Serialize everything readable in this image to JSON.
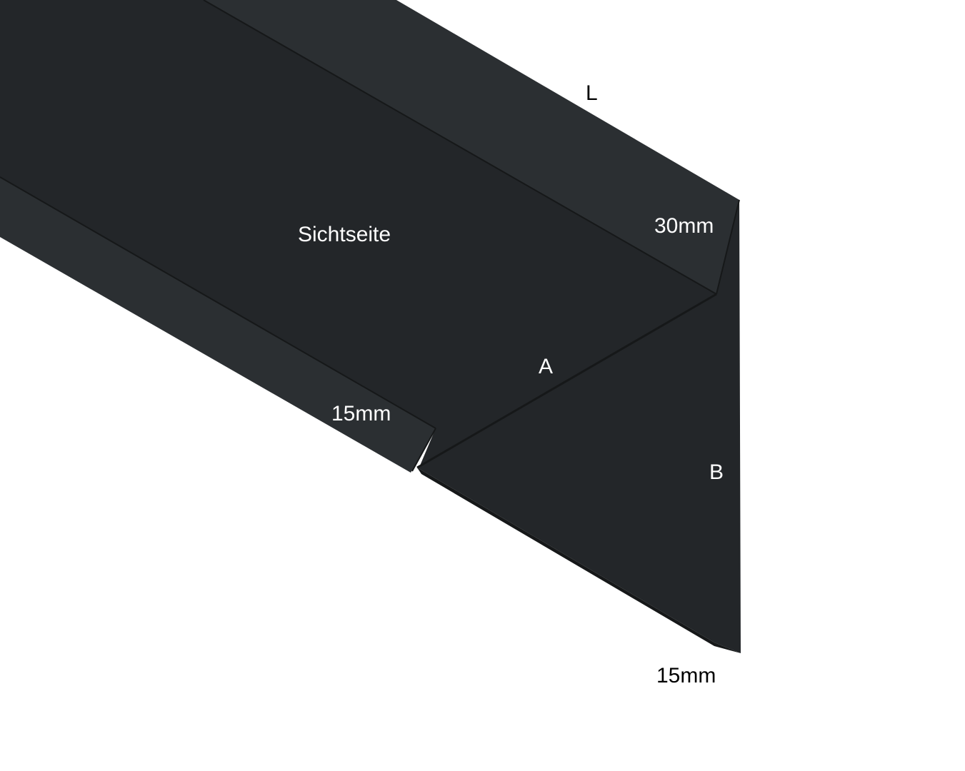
{
  "labels": {
    "length": "L",
    "top_flange": "30mm",
    "visible_side": "Sichtseite",
    "dim_a": "A",
    "dim_b": "B",
    "left_flange": "15mm",
    "bottom_flange": "15mm"
  },
  "colors": {
    "face_main": "#232629",
    "face_flange": "#2b2f32",
    "edge": "#161819",
    "text_on_dark": "#ffffff",
    "text_on_light": "#000000"
  }
}
